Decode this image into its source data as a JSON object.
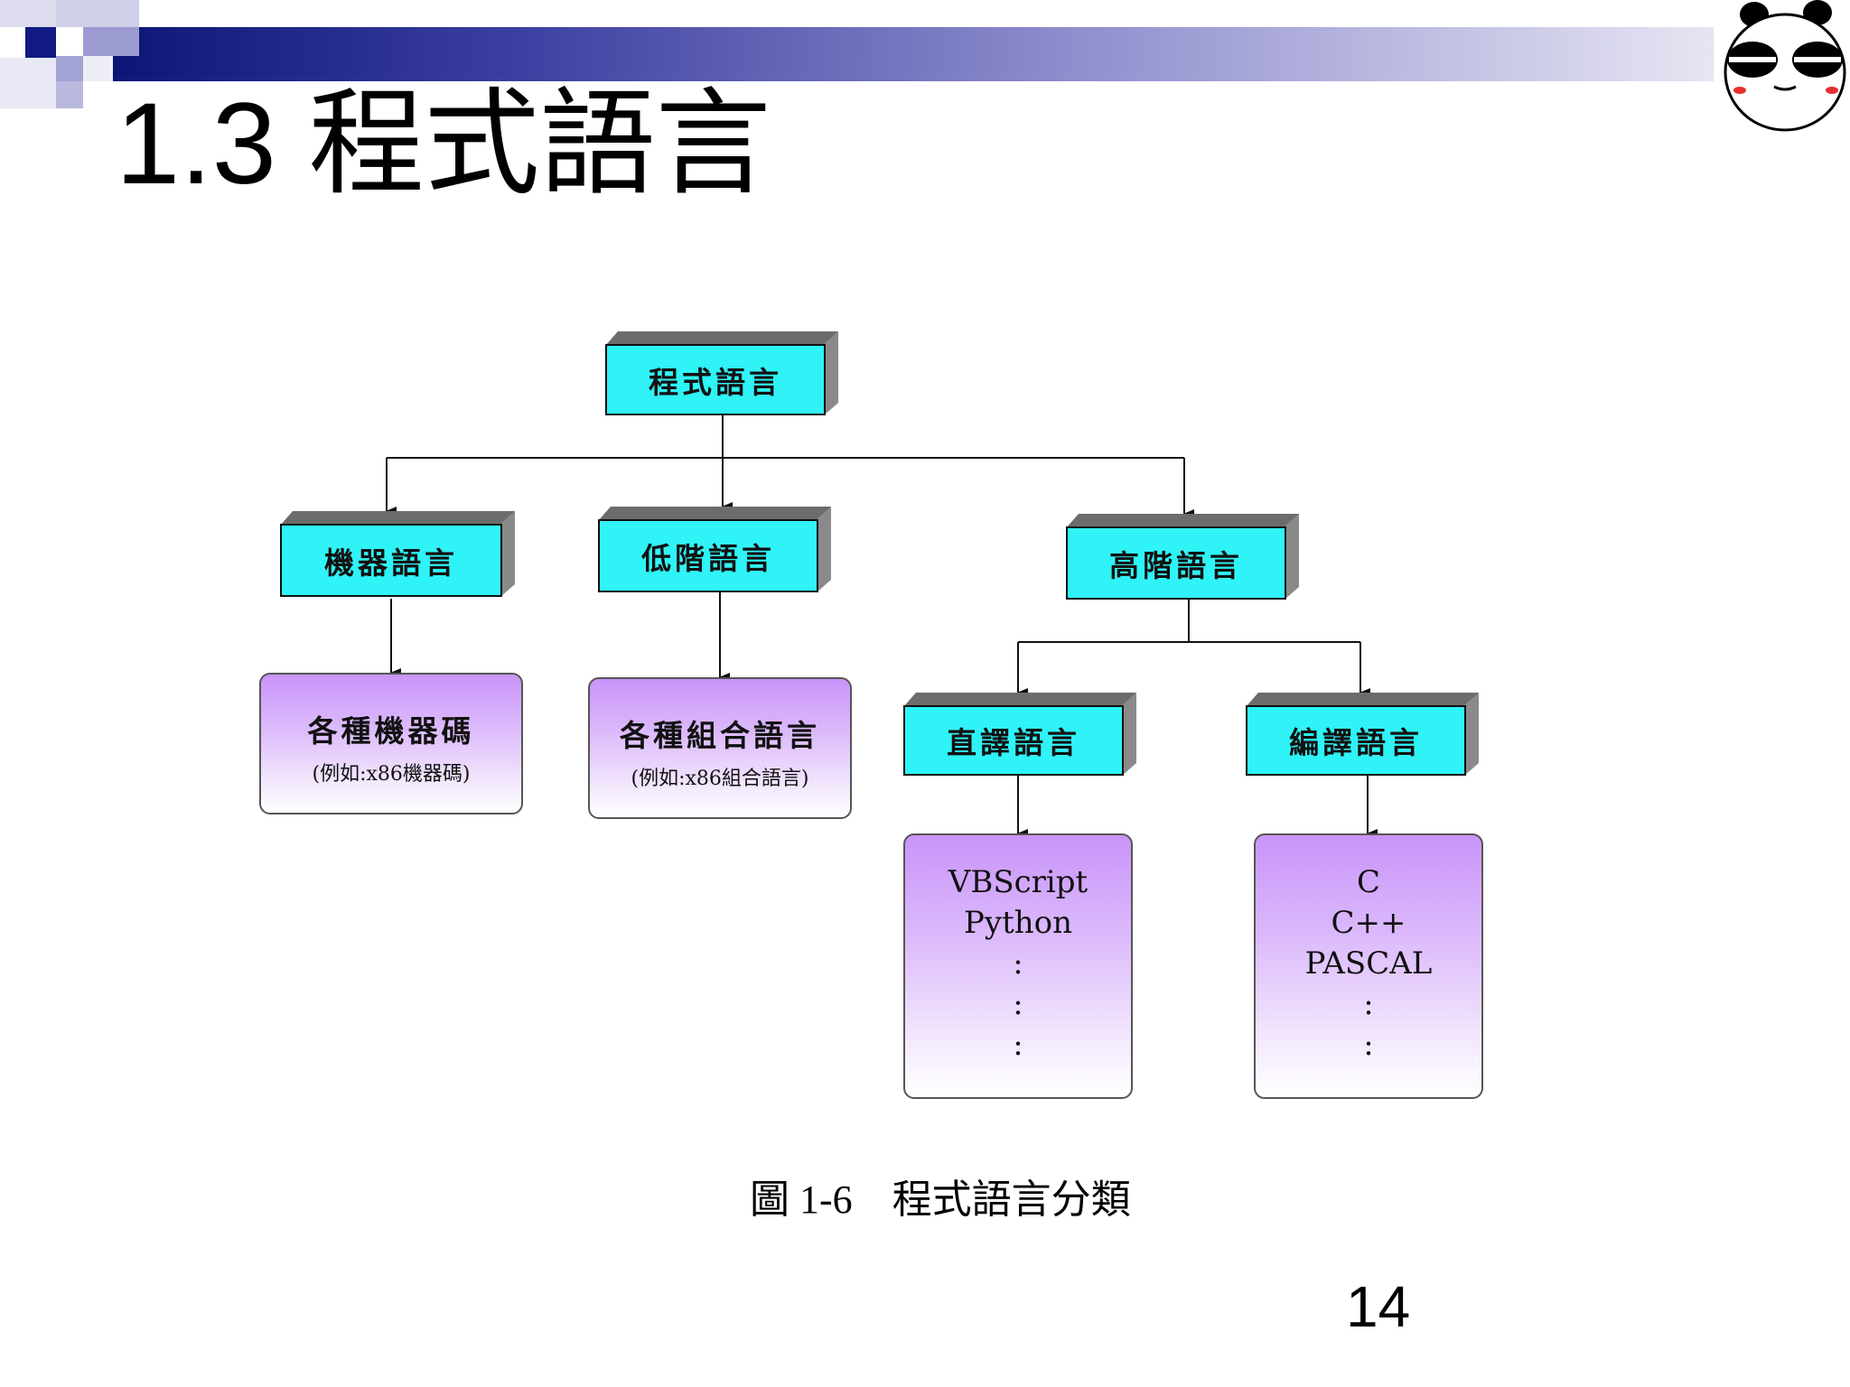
{
  "slide": {
    "title": "1.3 程式語言",
    "caption": "圖 1-6　程式語言分類",
    "page_number": "14"
  },
  "diagram": {
    "root": "程式語言",
    "low_level": {
      "machine": "機器語言",
      "assembly": "低階語言"
    },
    "high_level": "高階語言",
    "interpreted": "直譯語言",
    "compiled": "編譯語言",
    "machine_detail": {
      "line1": "各種機器碼",
      "line2": "(例如:x86機器碼)"
    },
    "assembly_detail": {
      "line1": "各種組合語言",
      "line2": "(例如:x86組合語言)"
    },
    "interpreted_examples": [
      "VBScript",
      "Python",
      ":",
      ":",
      ":"
    ],
    "compiled_examples": [
      "C",
      "C++",
      "PASCAL",
      ":",
      ":"
    ]
  },
  "colors": {
    "header_band_start": "#0d1678",
    "header_band_end": "#e6e5f3",
    "node_cyan": "#2ff3f6",
    "leaf_purple": "#c994fa"
  },
  "icons": {
    "corner": "panda-face-icon"
  }
}
